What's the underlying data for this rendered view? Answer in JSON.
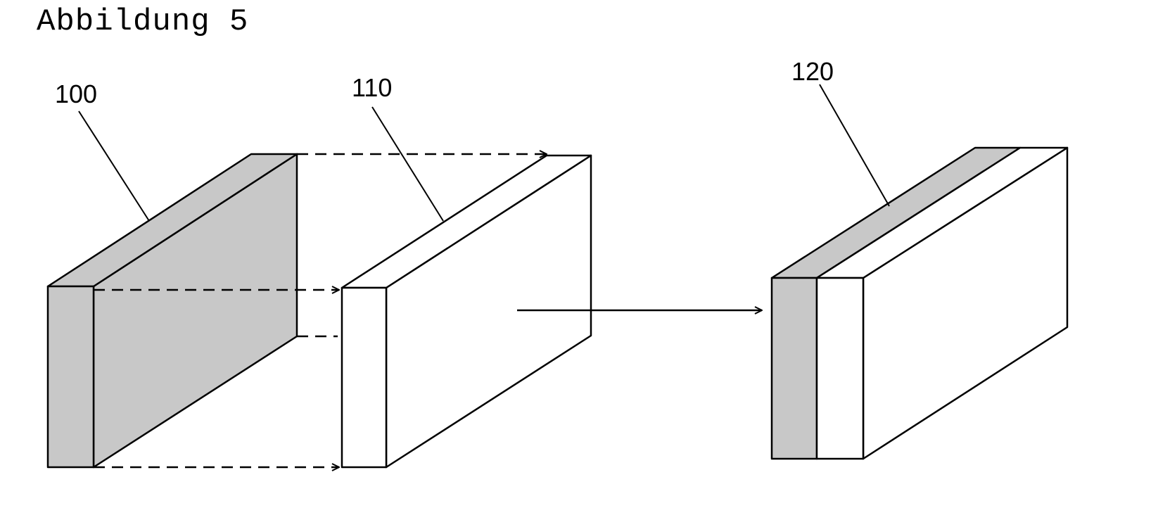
{
  "figure": {
    "title": "Abbildung 5"
  },
  "components": {
    "block_100": {
      "ref": "100"
    },
    "block_110": {
      "ref": "110"
    },
    "block_120": {
      "ref": "120"
    }
  },
  "colors": {
    "shaded_fill": "#c8c8c8",
    "plain_fill": "#ffffff",
    "line": "#000000"
  }
}
